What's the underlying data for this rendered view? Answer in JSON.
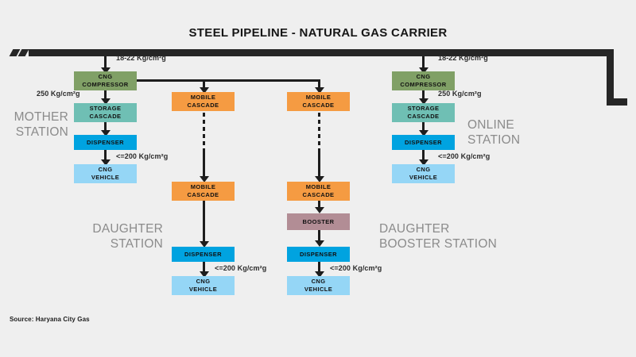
{
  "title": "STEEL PIPELINE - NATURAL GAS CARRIER",
  "source": "Source: Haryana City Gas",
  "colors": {
    "background": "#efefef",
    "pipeline": "#262626",
    "compressor": "#80a066",
    "storage_cascade": "#6fbfb4",
    "dispenser": "#00a3e0",
    "cng_vehicle": "#95d6f6",
    "mobile_cascade": "#f59b42",
    "booster": "#b28d95",
    "connector": "#1d1d1d",
    "station_label": "#8b8b8b"
  },
  "stations": {
    "mother": {
      "line1": "MOTHER",
      "line2": "STATION"
    },
    "online": {
      "line1": "ONLINE",
      "line2": "STATION"
    },
    "daughter": {
      "line1": "DAUGHTER",
      "line2": "STATION"
    },
    "daughter_booster": {
      "line1": "DAUGHTER",
      "line2": "BOOSTER STATION"
    }
  },
  "pressures": {
    "inlet_left": "18-22 Kg/cm²g",
    "inlet_right": "18-22 Kg/cm²g",
    "compressed_left": "250 Kg/cm²g",
    "compressed_right": "250 Kg/cm²g",
    "dispense_mother": "<=200 Kg/cm²g",
    "dispense_online": "<=200 Kg/cm²g",
    "dispense_daughter": "<=200 Kg/cm²g",
    "dispense_daughter_booster": "<=200 Kg/cm²g"
  },
  "nodes": {
    "compressor_left": {
      "line1": "CNG",
      "line2": "COMPRESSOR"
    },
    "compressor_right": {
      "line1": "CNG",
      "line2": "COMPRESSOR"
    },
    "storage_left": {
      "line1": "STORAGE",
      "line2": "CASCADE"
    },
    "storage_right": {
      "line1": "STORAGE",
      "line2": "CASCADE"
    },
    "dispenser_mother": {
      "line1": "DISPENSER"
    },
    "dispenser_online": {
      "line1": "DISPENSER"
    },
    "dispenser_daughter": {
      "line1": "DISPENSER"
    },
    "dispenser_daughter_booster": {
      "line1": "DISPENSER"
    },
    "vehicle_mother": {
      "line1": "CNG",
      "line2": "VEHICLE"
    },
    "vehicle_online": {
      "line1": "CNG",
      "line2": "VEHICLE"
    },
    "vehicle_daughter": {
      "line1": "CNG",
      "line2": "VEHICLE"
    },
    "vehicle_daughter_booster": {
      "line1": "CNG",
      "line2": "VEHICLE"
    },
    "mobile_cascade_d_top": {
      "line1": "MOBILE",
      "line2": "CASCADE"
    },
    "mobile_cascade_d_bot": {
      "line1": "MOBILE",
      "line2": "CASCADE"
    },
    "mobile_cascade_db_top": {
      "line1": "MOBILE",
      "line2": "CASCADE"
    },
    "mobile_cascade_db_bot": {
      "line1": "MOBILE",
      "line2": "CASCADE"
    },
    "booster": {
      "line1": "BOOSTER"
    }
  }
}
